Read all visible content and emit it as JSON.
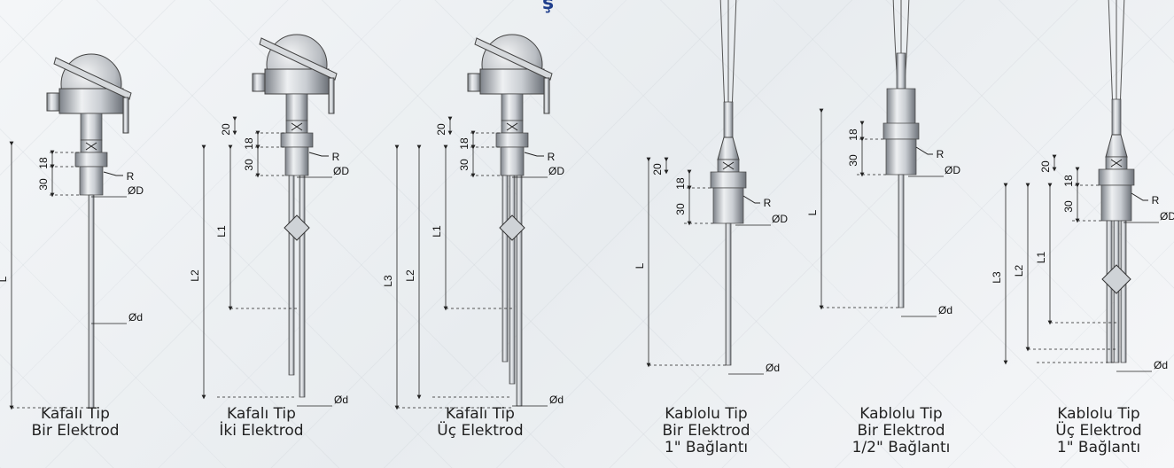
{
  "header_accent_color": "#1f3e8c",
  "header_fragment": "ş",
  "dimension_labels": {
    "L": "L",
    "L1": "L1",
    "L2": "L2",
    "L3": "L3",
    "D": "ØD",
    "d": "Ød",
    "R": "R",
    "d18": "18",
    "d20": "20",
    "d30": "30"
  },
  "sensors": [
    {
      "caption": [
        "Kafalı Tip",
        "Bir Elektrod"
      ]
    },
    {
      "caption": [
        "Kafalı Tip",
        "İki Elektrod"
      ]
    },
    {
      "caption": [
        "Kafalı Tip",
        "Üç Elektrod"
      ]
    },
    {
      "caption": [
        "Kablolu Tip",
        "Bir Elektrod",
        "1\" Bağlantı"
      ]
    },
    {
      "caption": [
        "Kablolu Tip",
        "Bir Elektrod",
        "1/2\" Bağlantı"
      ]
    },
    {
      "caption": [
        "Kablolu Tip",
        "Üç Elektrod",
        "1\" Bağlantı"
      ]
    }
  ]
}
